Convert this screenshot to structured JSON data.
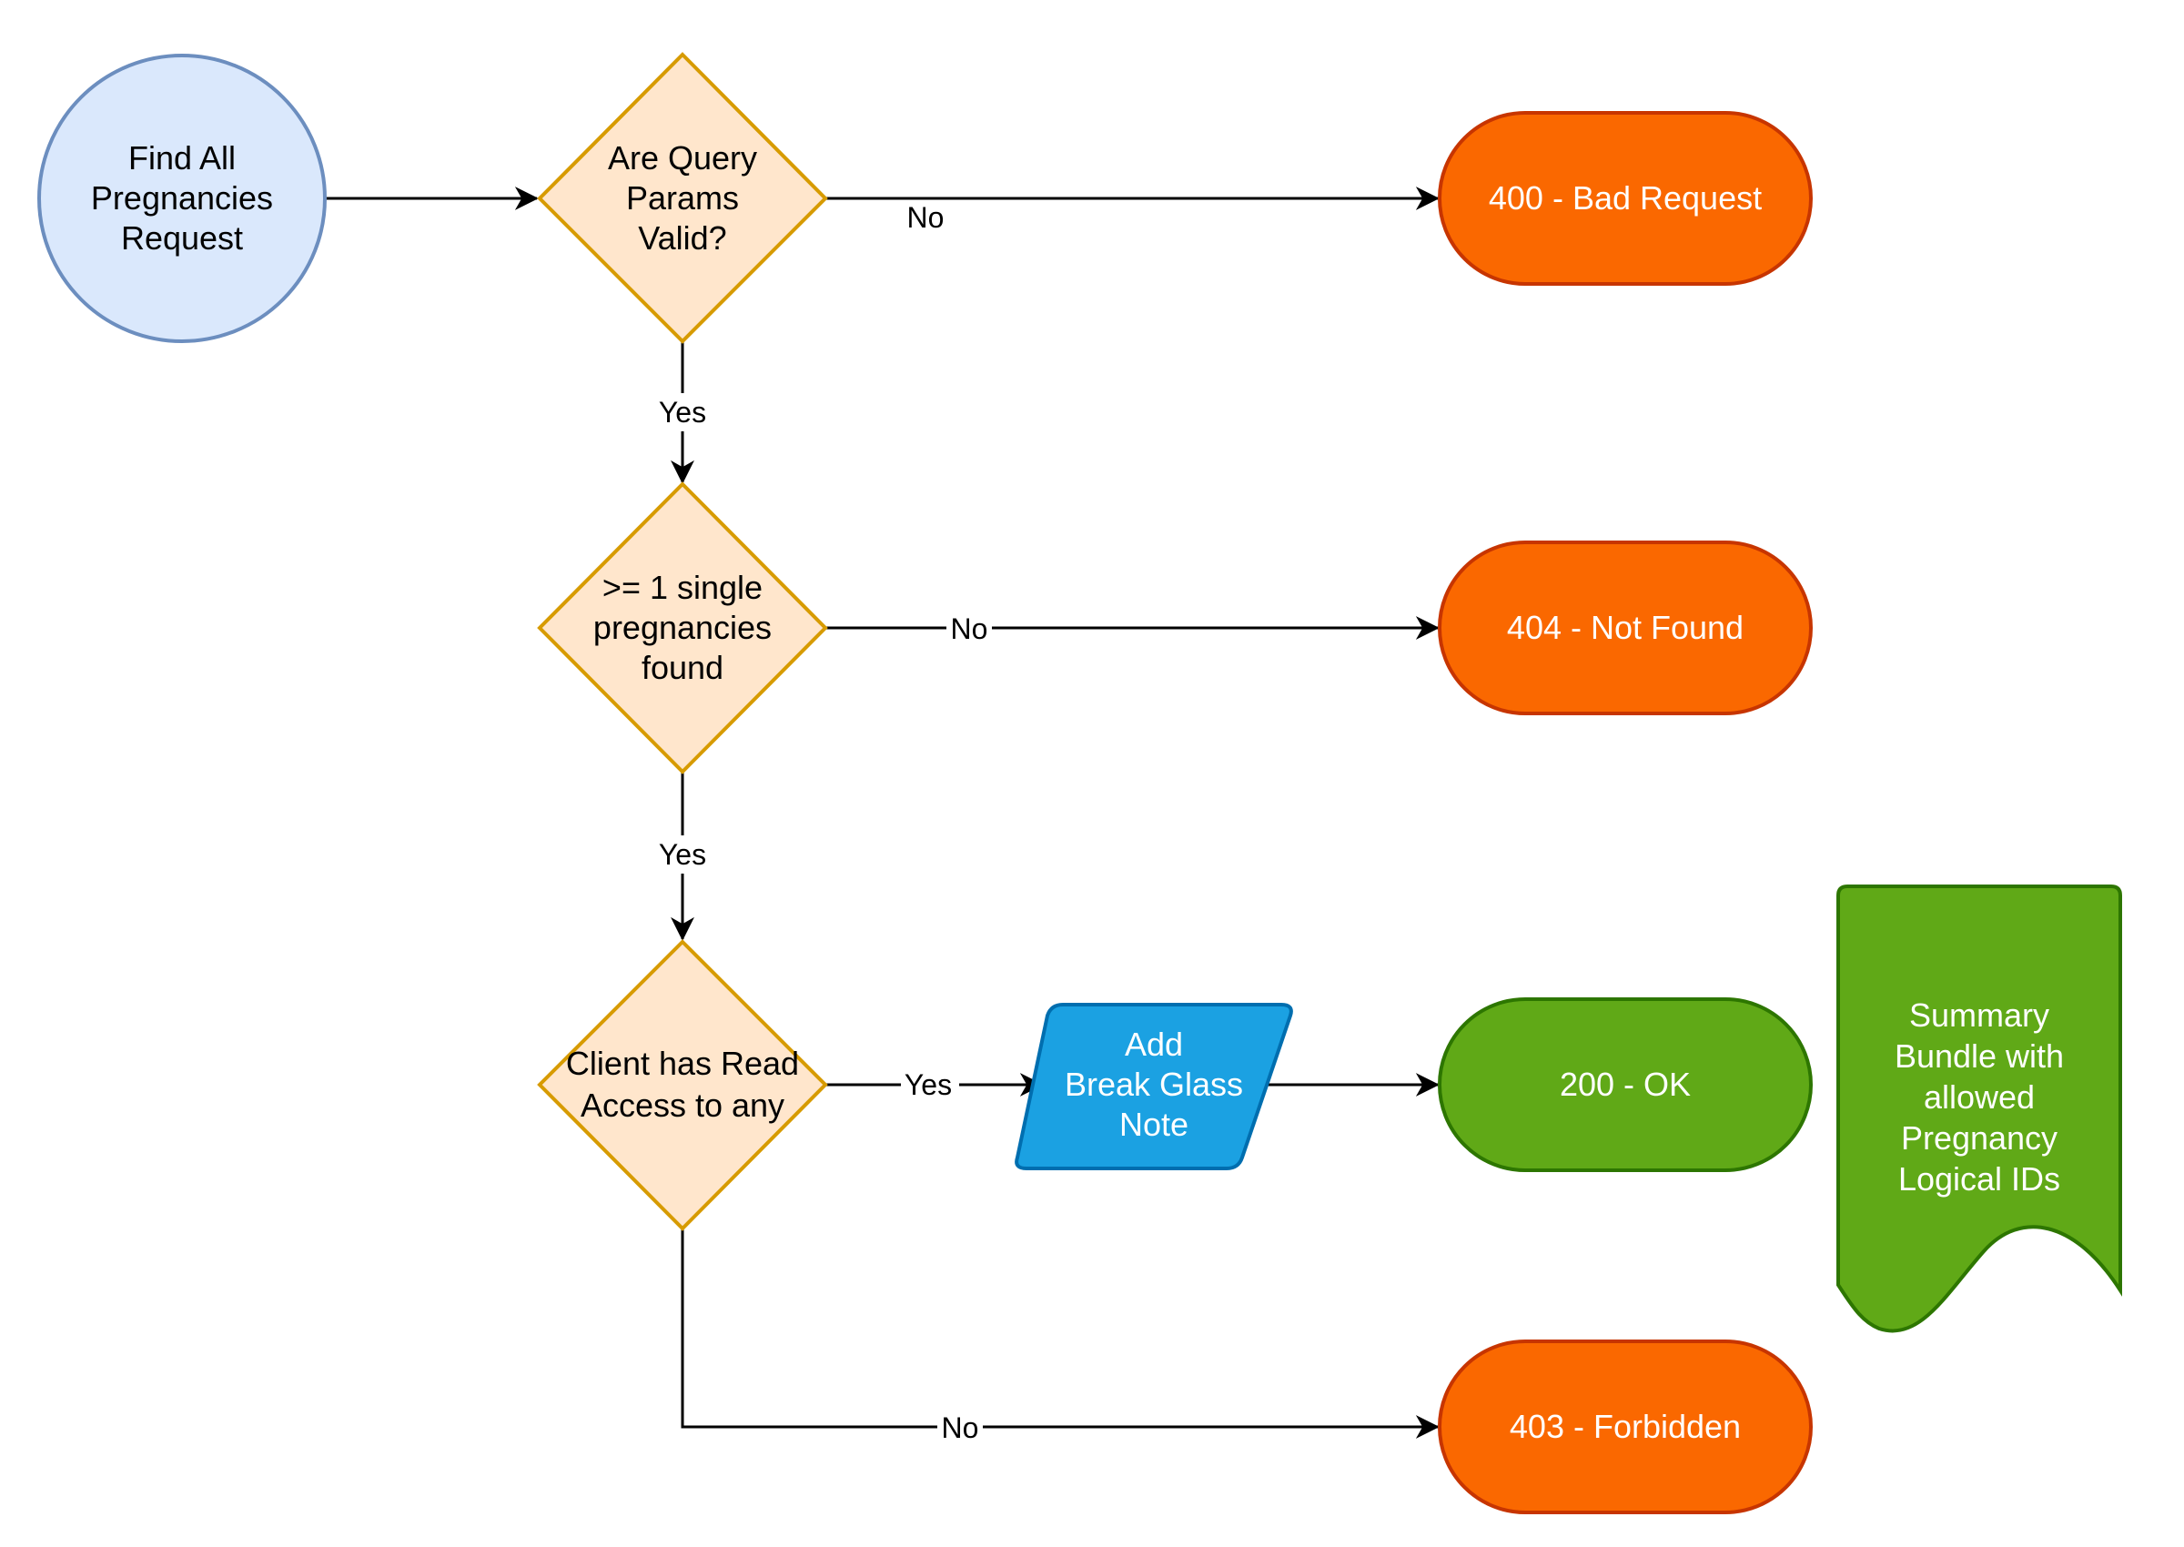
{
  "nodes": {
    "start": {
      "lines": [
        "Find All",
        "Pregnancies",
        "Request"
      ],
      "fill": "#dae8fc",
      "stroke": "#6c8ebf",
      "text_color": "#000000"
    },
    "query_params_valid": {
      "lines": [
        "Are Query",
        "Params",
        "Valid?"
      ],
      "fill": "#ffe6cc",
      "stroke": "#d79b00",
      "text_color": "#000000"
    },
    "pregnancies_found": {
      "lines": [
        ">= 1 single",
        "pregnancies",
        "found"
      ],
      "fill": "#ffe6cc",
      "stroke": "#d79b00",
      "text_color": "#000000"
    },
    "client_read_access": {
      "lines": [
        "Client has Read",
        "Access to any"
      ],
      "fill": "#ffe6cc",
      "stroke": "#d79b00",
      "text_color": "#000000"
    },
    "bad_request": {
      "lines": [
        "400 - Bad Request"
      ],
      "fill": "#fa6800",
      "stroke": "#c73500",
      "text_color": "#ffffff"
    },
    "not_found": {
      "lines": [
        "404 - Not Found"
      ],
      "fill": "#fa6800",
      "stroke": "#c73500",
      "text_color": "#ffffff"
    },
    "break_glass": {
      "lines": [
        "Add",
        "Break Glass",
        "Note"
      ],
      "fill": "#1ba1e2",
      "stroke": "#006eaf",
      "text_color": "#ffffff"
    },
    "ok": {
      "lines": [
        "200 - OK"
      ],
      "fill": "#60a917",
      "stroke": "#2d7600",
      "text_color": "#ffffff"
    },
    "summary_bundle": {
      "lines": [
        "Summary",
        "Bundle with",
        "allowed",
        "Pregnancy",
        "Logical IDs"
      ],
      "fill": "#60a917",
      "stroke": "#2d7600",
      "text_color": "#ffffff"
    },
    "forbidden": {
      "lines": [
        "403 - Forbidden"
      ],
      "fill": "#fa6800",
      "stroke": "#c73500",
      "text_color": "#ffffff"
    }
  },
  "edges": {
    "start_to_query": {
      "label": ""
    },
    "query_no": {
      "label": "No"
    },
    "query_yes": {
      "label": "Yes"
    },
    "found_no": {
      "label": "No"
    },
    "found_yes": {
      "label": "Yes"
    },
    "access_yes": {
      "label": "Yes"
    },
    "glass_to_ok": {
      "label": ""
    },
    "access_no": {
      "label": "No"
    }
  }
}
